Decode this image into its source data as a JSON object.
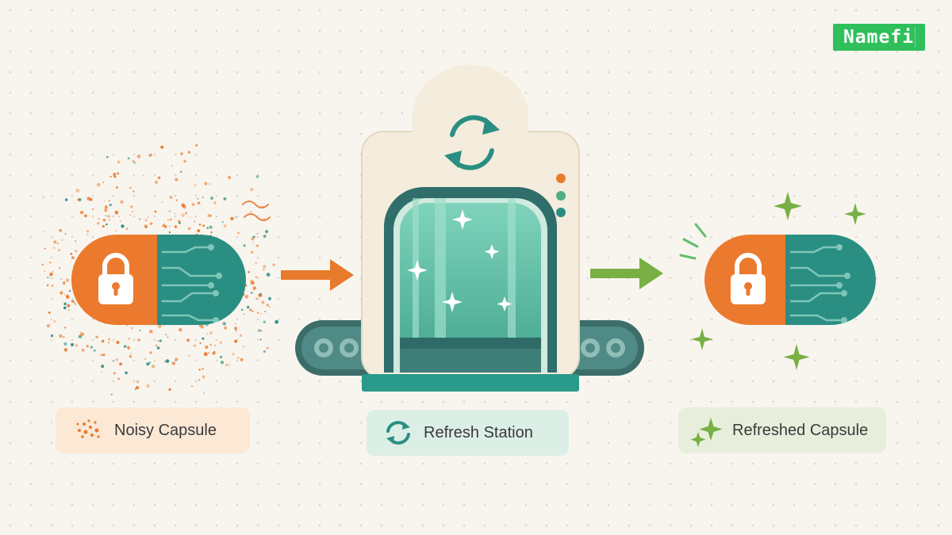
{
  "brand": {
    "logo_text": "Namefi",
    "color": "#2fbf5b"
  },
  "steps": [
    {
      "label": "Noisy Capsule",
      "icon": "noise-dots-icon",
      "accent": "#e87a2c"
    },
    {
      "label": "Refresh Station",
      "icon": "refresh-icon",
      "accent": "#2e9a86"
    },
    {
      "label": "Refreshed Capsule",
      "icon": "sparkle-icon",
      "accent": "#78b043"
    }
  ],
  "flow_arrows": [
    {
      "from": "Noisy Capsule",
      "to": "Refresh Station",
      "color": "#e87a2c"
    },
    {
      "from": "Refresh Station",
      "to": "Refreshed Capsule",
      "color": "#78b043"
    }
  ],
  "colors": {
    "background": "#f8f5ef",
    "orange": "#ec7a2e",
    "teal": "#2a8f82",
    "green": "#78b043",
    "station_body": "#f4ecdc"
  }
}
